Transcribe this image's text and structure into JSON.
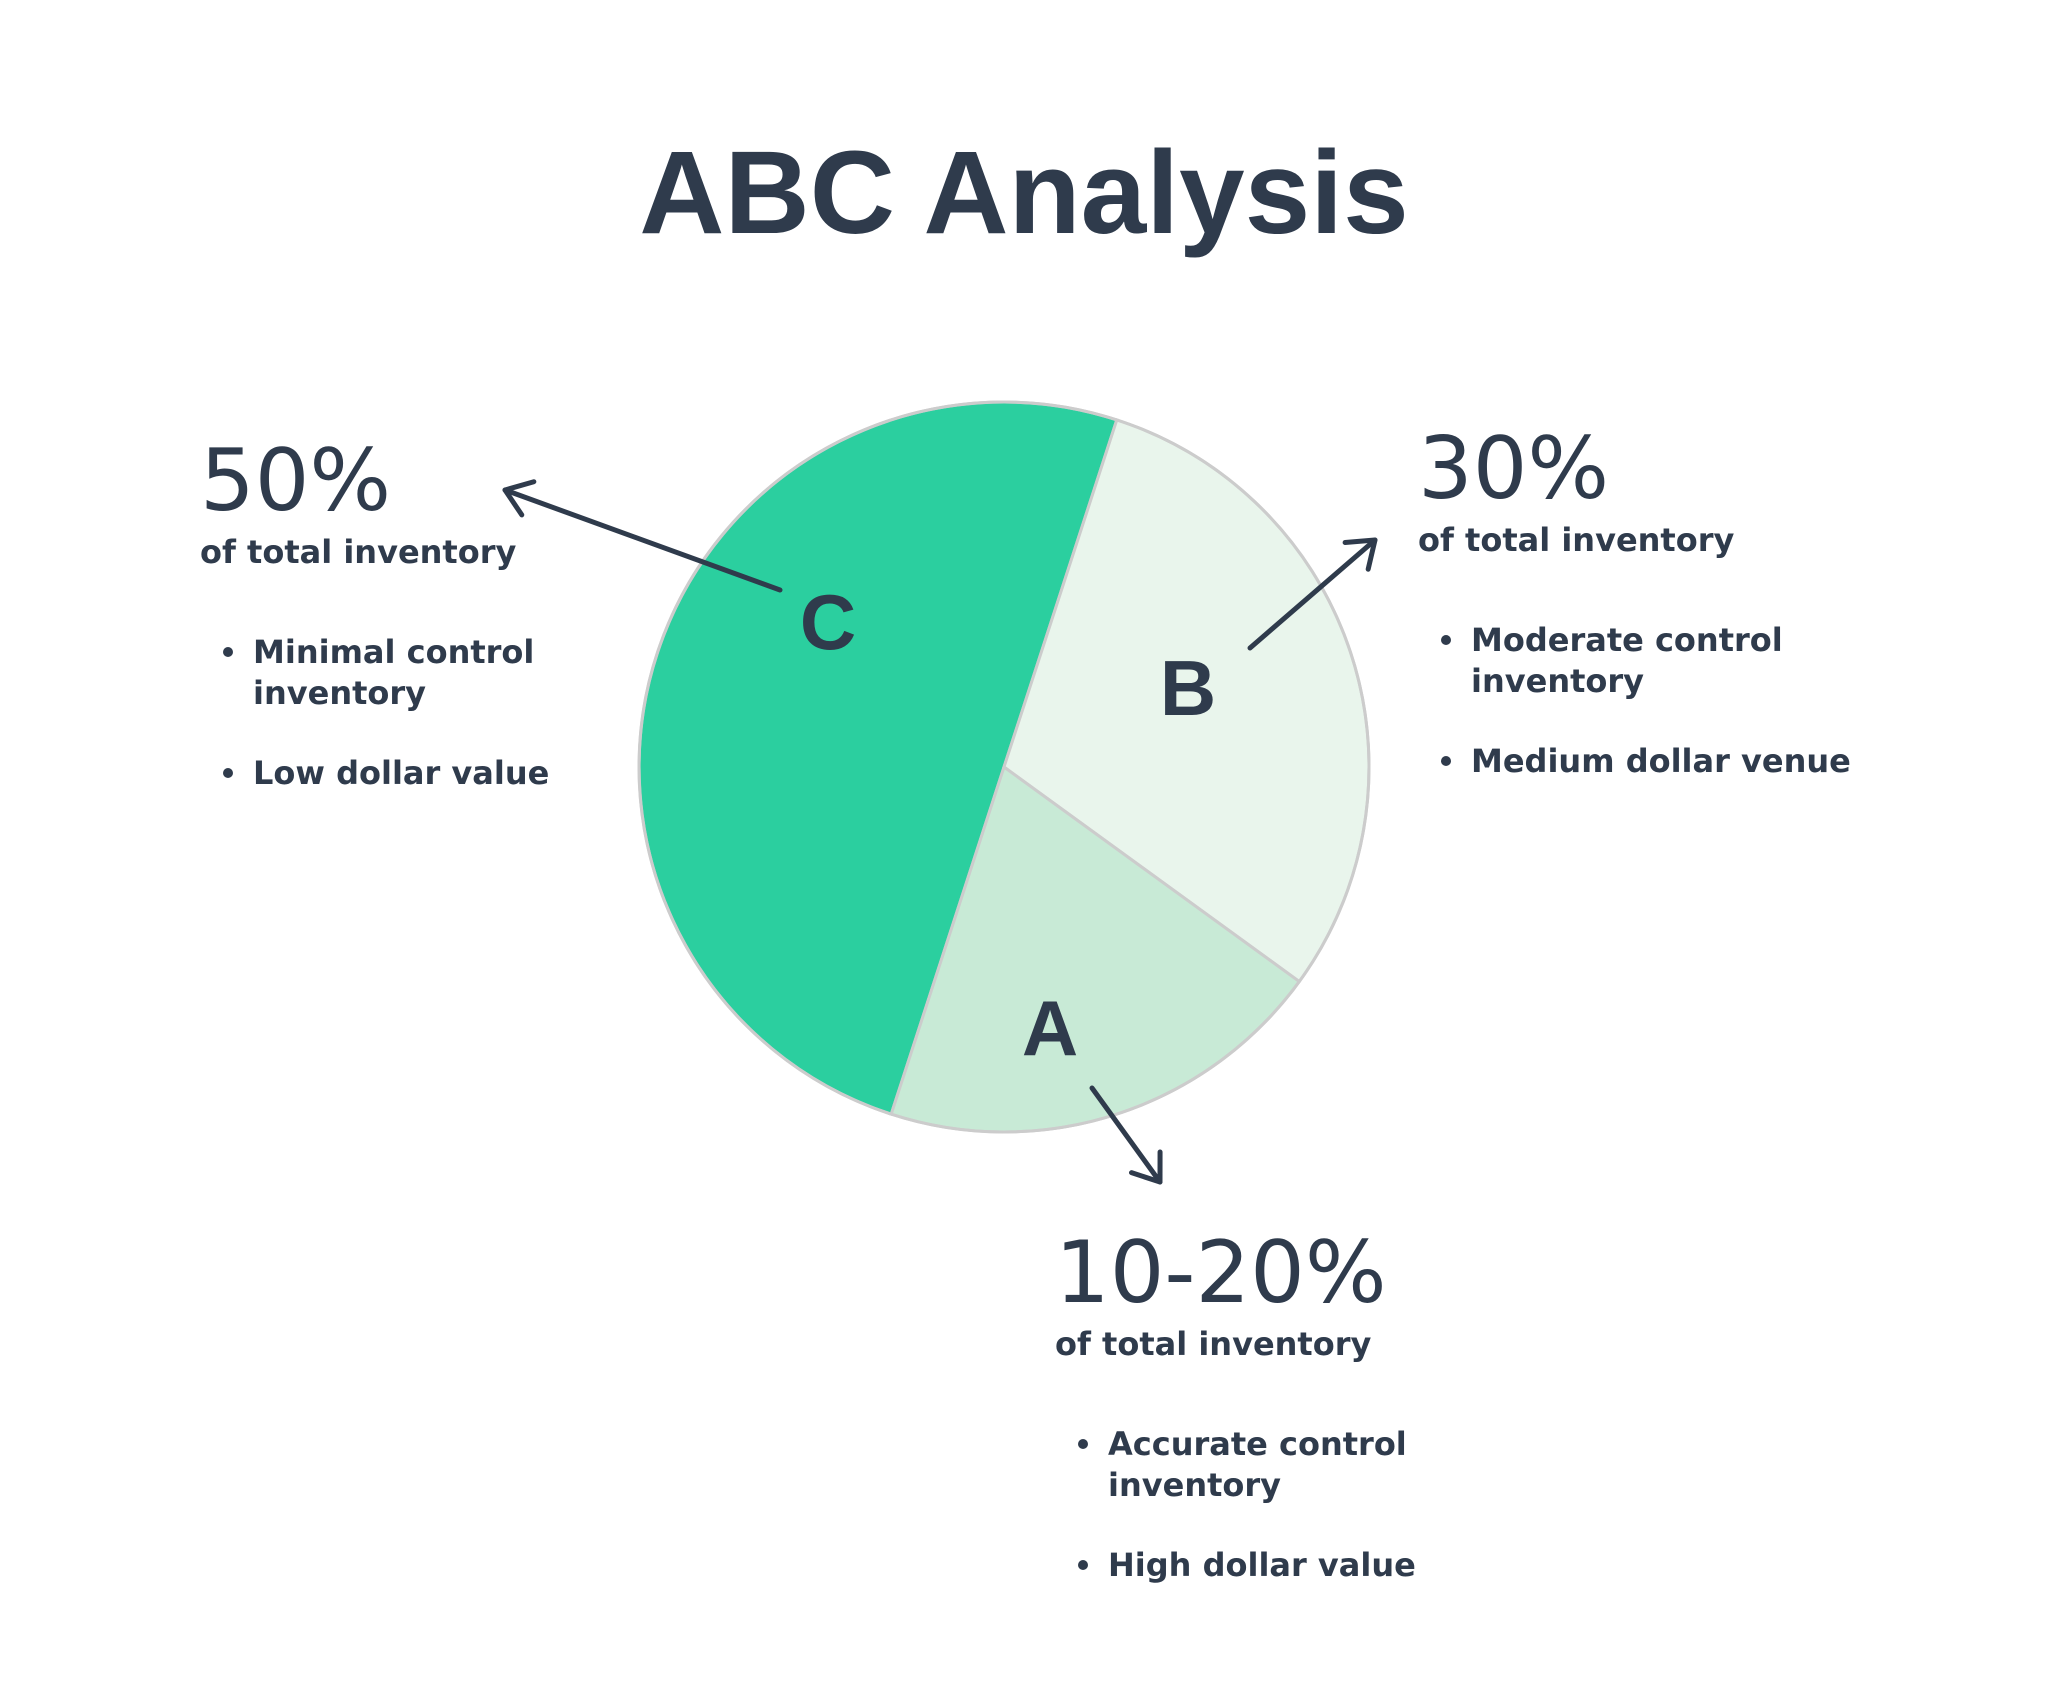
{
  "chart_data": {
    "type": "pie",
    "title": "ABC Analysis",
    "slices": [
      {
        "label": "C",
        "value": 50,
        "color": "#2bcf9f",
        "percent_text": "50%",
        "caption": "of total inventory",
        "bullets": [
          [
            "Minimal control",
            "inventory"
          ],
          [
            "Low dollar value"
          ]
        ]
      },
      {
        "label": "B",
        "value": 30,
        "color": "#e9f5ec",
        "percent_text": "30%",
        "caption": "of total inventory",
        "bullets": [
          [
            "Moderate control",
            "inventory"
          ],
          [
            "Medium dollar venue"
          ]
        ]
      },
      {
        "label": "A",
        "value": 20,
        "color": "#c8ead6",
        "percent_text": "10-20%",
        "caption": "of total inventory",
        "bullets": [
          [
            "Accurate control",
            "inventory"
          ],
          [
            "High dollar value"
          ]
        ]
      }
    ]
  }
}
